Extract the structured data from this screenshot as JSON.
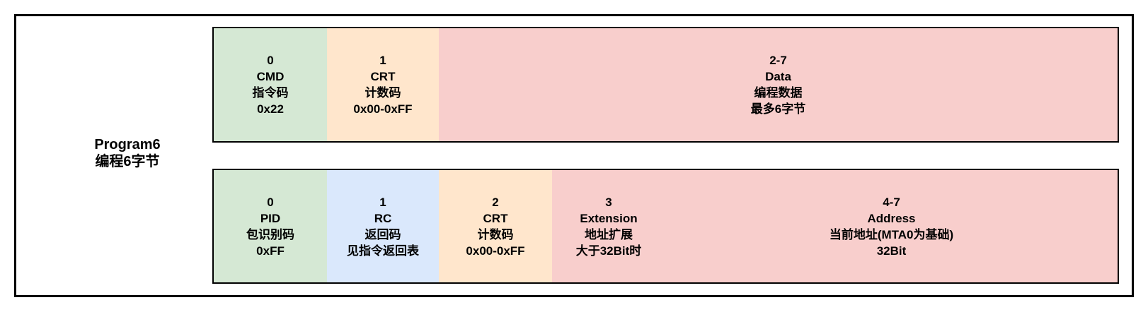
{
  "palette": {
    "green": "#d5e8d4",
    "orange": "#ffe6cc",
    "blue": "#dae8fc",
    "pink": "#f8cecc",
    "border": "#000000",
    "background": "#ffffff"
  },
  "label": {
    "line1": "Program6",
    "line2": "编程6字节"
  },
  "rows": [
    {
      "name": "command-frame",
      "cells": [
        {
          "field": "CMD",
          "color": "green",
          "lines": [
            "0",
            "CMD",
            "指令码",
            "0x22"
          ]
        },
        {
          "field": "CRT",
          "color": "orange",
          "lines": [
            "1",
            "CRT",
            "计数码",
            "0x00-0xFF"
          ]
        },
        {
          "field": "Data",
          "color": "pink",
          "lines": [
            "2-7",
            "Data",
            "编程数据",
            "最多6字节"
          ]
        }
      ]
    },
    {
      "name": "response-frame",
      "cells": [
        {
          "field": "PID",
          "color": "green",
          "lines": [
            "0",
            "PID",
            "包识别码",
            "0xFF"
          ]
        },
        {
          "field": "RC",
          "color": "blue",
          "lines": [
            "1",
            "RC",
            "返回码",
            "见指令返回表"
          ]
        },
        {
          "field": "CRT",
          "color": "orange",
          "lines": [
            "2",
            "CRT",
            "计数码",
            "0x00-0xFF"
          ]
        },
        {
          "field": "Extension",
          "color": "pink",
          "lines": [
            "3",
            "Extension",
            "地址扩展",
            "大于32Bit时"
          ]
        },
        {
          "field": "Address",
          "color": "pink",
          "lines": [
            "4-7",
            "Address",
            "当前地址(MTA0为基础)",
            "32Bit"
          ]
        }
      ]
    }
  ]
}
